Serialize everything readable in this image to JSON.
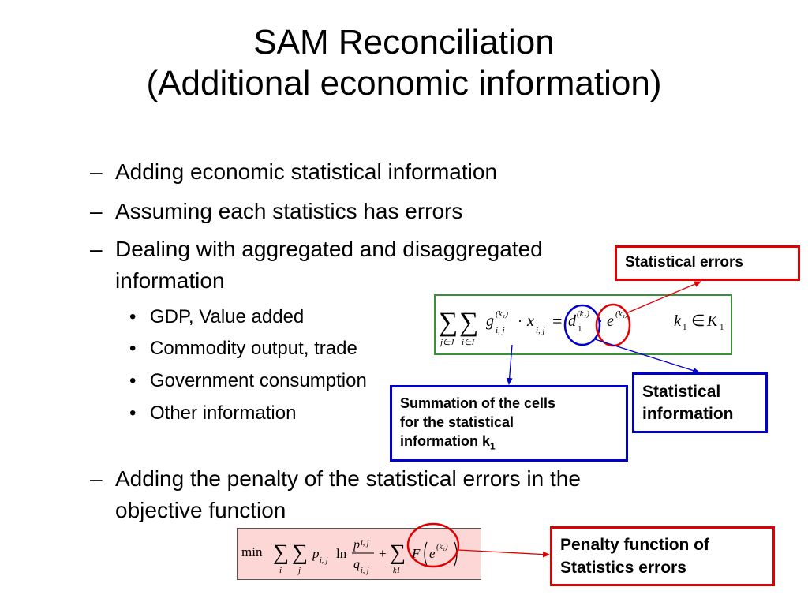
{
  "slide": {
    "title_line1": "SAM Reconciliation",
    "title_line2": "(Additional economic information)"
  },
  "bullets": [
    {
      "marker": "–",
      "text": "Adding economic statistical information"
    },
    {
      "marker": "–",
      "text": "Assuming each statistics has errors"
    },
    {
      "marker": "–",
      "text_line1": "Dealing with aggregated and disaggregated",
      "text_line2": "information"
    },
    {
      "marker": "–",
      "text_line1": "Adding the penalty of the statistical errors in the",
      "text_line2": "objective function"
    }
  ],
  "sub_bullets": [
    {
      "marker": "•",
      "text": "GDP, Value added"
    },
    {
      "marker": "•",
      "text": "Commodity output, trade"
    },
    {
      "marker": "•",
      "text": "Government consumption"
    },
    {
      "marker": "•",
      "text": "Other information"
    }
  ],
  "callouts": {
    "statistical_errors": "Statistical errors",
    "statistical_information_line1": "Statistical",
    "statistical_information_line2": "information",
    "summation_line1": "Summation of the cells",
    "summation_line2": "for the statistical",
    "summation_line3": "information k",
    "summation_subscript": "1",
    "penalty_line1": "Penalty function of",
    "penalty_line2": "Statistics errors"
  },
  "equation1": {
    "sum": "∑",
    "sub_j": "j∈J",
    "sub_i": "i∈I",
    "g": "g",
    "g_sup": "(k₁)",
    "g_sub": "i, j",
    "dot": "·",
    "x": "x",
    "x_sub": "i, j",
    "eq": "=",
    "d": "d",
    "d_sup": "(k₁)",
    "d_sub": "1",
    "e": "e",
    "e_sup": "(k₁)",
    "k": "k",
    "k_sub": "1",
    "in": "∈",
    "K": "K",
    "K_sub": "1"
  },
  "equation2": {
    "min": "min",
    "sum": "∑",
    "sub_i": "i",
    "sub_j": "j",
    "p": "p",
    "p_sub": "i, j",
    "ln": "ln",
    "num_p": "p",
    "num_sub": "i, j",
    "den_q": "q",
    "den_sub": "i, j",
    "plus": "+",
    "sub_k": "k1",
    "F": "F",
    "e": "e",
    "e_sup": "(k₁)"
  },
  "colors": {
    "red": "#e00000",
    "blue": "#0000cc",
    "green_border": "#3a8f3a",
    "pink_fill": "#fdd6d6"
  }
}
